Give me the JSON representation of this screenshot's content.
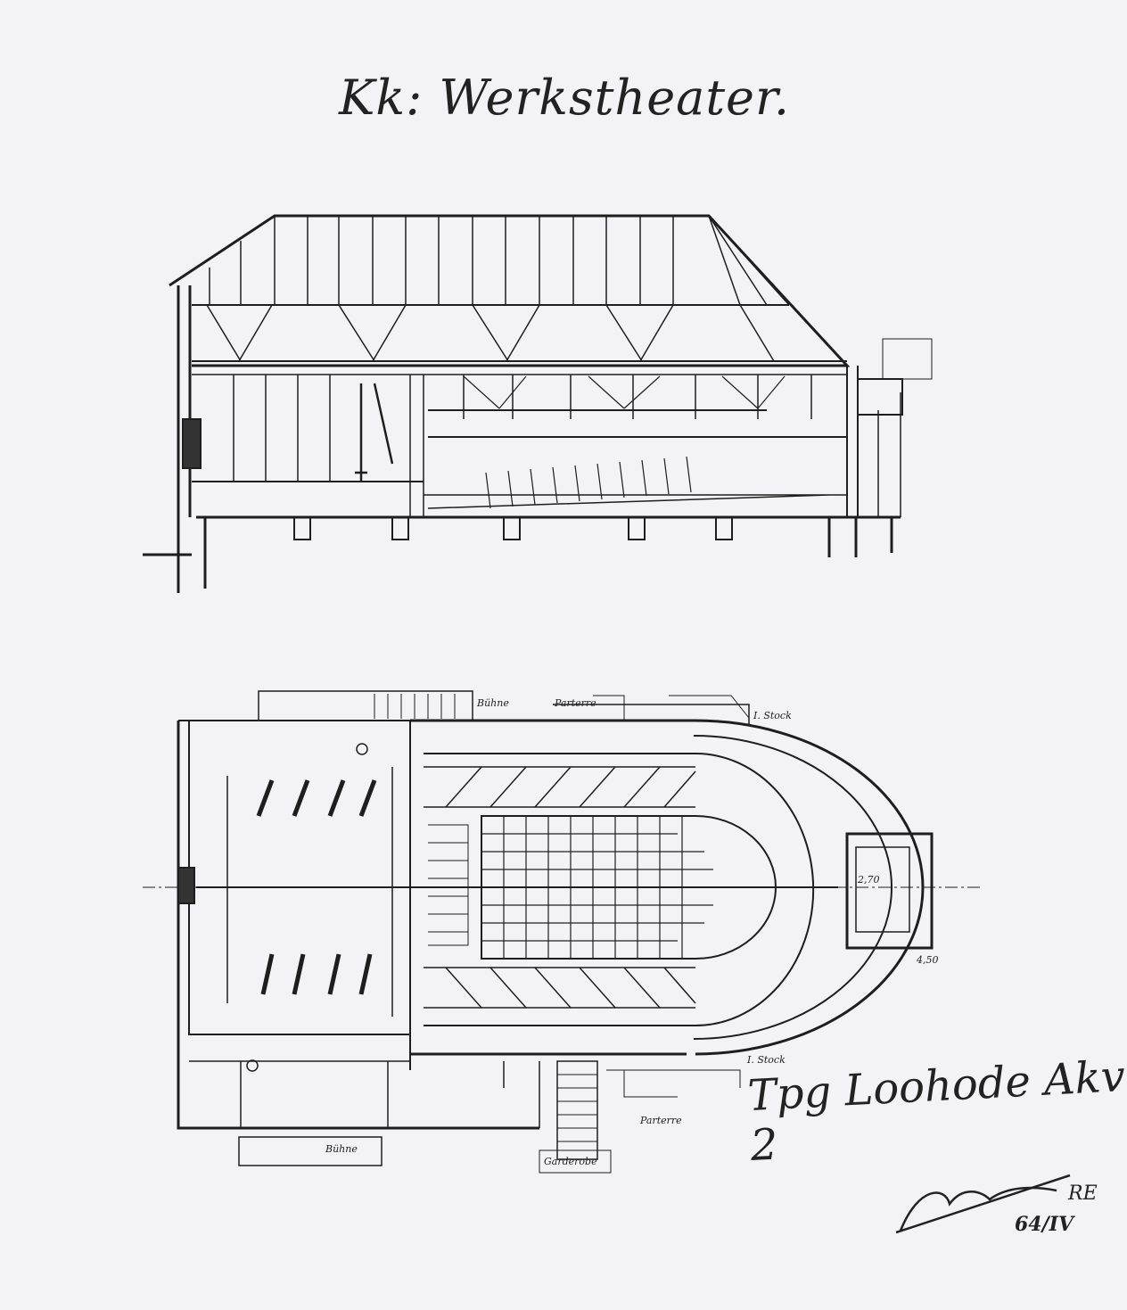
{
  "title": "Kk: Werkstheater.",
  "plan_labels": {
    "buhne": "Bühne",
    "parterre_top": "Parterre",
    "loge_1": "I. Stock",
    "loge_2": "I. Stock",
    "parterre_bottom": "Parterre",
    "garderobe": "Garderobe",
    "buhne_bottom": "Bühne",
    "dimension_a": "2,70",
    "dimension_b": "4,50"
  },
  "reference_note": "Tpg Loohode Akv 2",
  "archive_number": "64/IV",
  "signature_initials": "RE"
}
